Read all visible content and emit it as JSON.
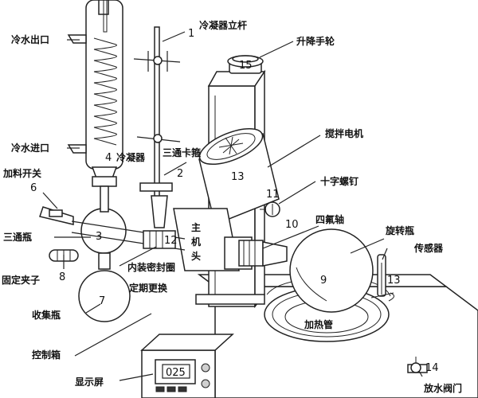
{
  "labels": {
    "condenser_rod": "冷凝器立杆",
    "lift_handwheel": "升降手轮",
    "cold_water_out": "冷水出口",
    "cold_water_in": "冷水进口",
    "condenser": "冷凝器",
    "three_way_clamp": "三通卡箍",
    "stirring_motor": "搅拌电机",
    "feed_switch": "加料开关",
    "cross_screw": "十字螺钉",
    "ptfe_shaft": "四氟轴",
    "three_way_bottle": "三通瓶",
    "rotary_flask": "旋转瓶",
    "main_head_1": "主",
    "main_head_2": "机",
    "main_head_3": "头",
    "sensor": "传感器",
    "fixing_clip": "固定夹子",
    "inner_seal": "内装密封圈",
    "regular_replace": "定期更换",
    "collecting_bottle": "收集瓶",
    "heating_pot": "加热管",
    "control_box": "控制箱",
    "display_screen": "显示屏",
    "drain_valve": "放水阀门",
    "display_value": "025"
  },
  "numbers": {
    "n1": "1",
    "n2": "2",
    "n3": "3",
    "n4": "4",
    "n6": "6",
    "n7": "7",
    "n8": "8",
    "n9": "9",
    "n10": "10",
    "n11": "11",
    "n12": "12",
    "n13a": "13",
    "n13b": "13",
    "n14": "14",
    "n15": "15"
  }
}
